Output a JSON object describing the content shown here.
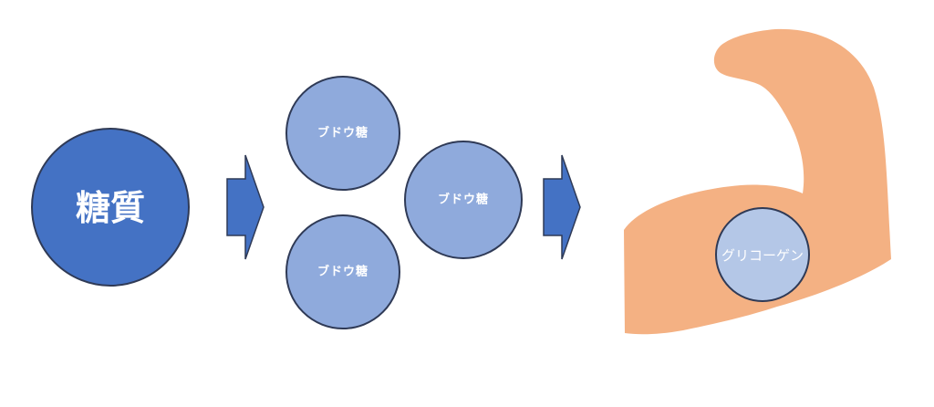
{
  "diagram": {
    "source_label": "糖質",
    "glucose_labels": [
      "ブドウ糖",
      "ブドウ糖",
      "ブドウ糖"
    ],
    "storage_label": "グリコーゲン",
    "icons": {
      "arrow": "right-arrow-icon",
      "muscle": "flexed-arm-icon"
    },
    "colors": {
      "source_fill": "#4472c4",
      "glucose_fill": "#8faadc",
      "glycogen_fill": "#b4c7e7",
      "outline": "#2f3a56",
      "arrow_fill": "#4472c4",
      "arm_fill": "#f4b183"
    }
  }
}
